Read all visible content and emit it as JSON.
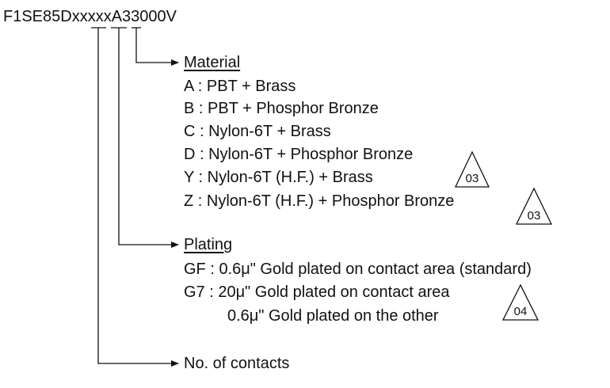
{
  "part_number": {
    "prefix": "F1SE85D",
    "variable": "xxxxx",
    "suffix": "A33000V"
  },
  "material": {
    "heading": "Material",
    "options": [
      "A : PBT + Brass",
      "B : PBT + Phosphor Bronze",
      "C : Nylon-6T + Brass",
      "D : Nylon-6T + Phosphor Bronze",
      "Y : Nylon-6T (H.F.) + Brass",
      "Z : Nylon-6T (H.F.) + Phosphor Bronze"
    ]
  },
  "plating": {
    "heading": "Plating",
    "options": [
      "GF : 0.6μ\" Gold plated on contact area (standard)",
      "G7 : 20μ\" Gold plated on contact area",
      "0.6μ\" Gold plated on the other"
    ]
  },
  "contacts": {
    "label": "No. of contacts"
  },
  "revision_marks": [
    "03",
    "03",
    "04"
  ]
}
